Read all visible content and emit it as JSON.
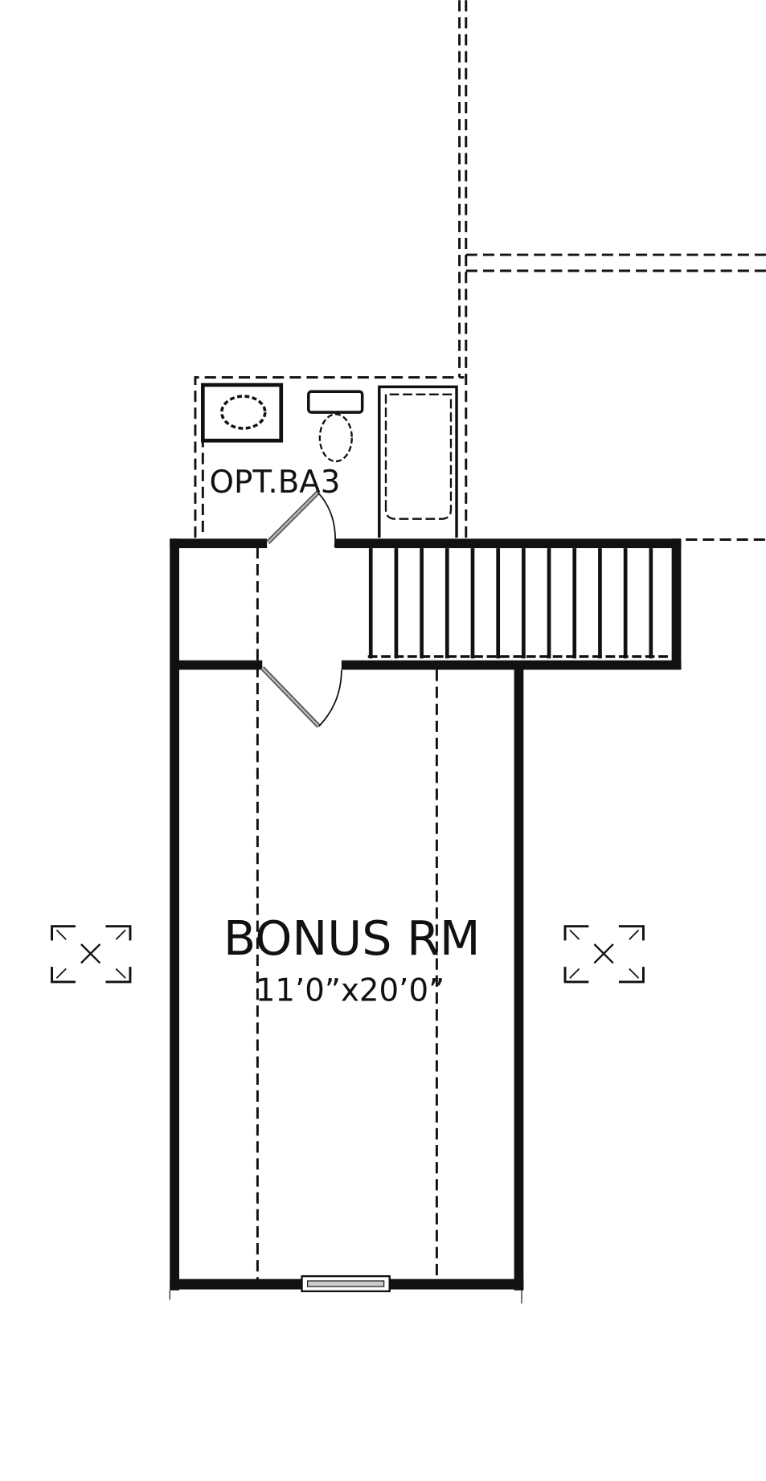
{
  "plan": {
    "bath_label": "OPT.BA3",
    "room_name": "BONUS RM",
    "room_size": "11’0”x20’0”"
  },
  "colors": {
    "ink": "#111111",
    "background": "#ffffff"
  }
}
